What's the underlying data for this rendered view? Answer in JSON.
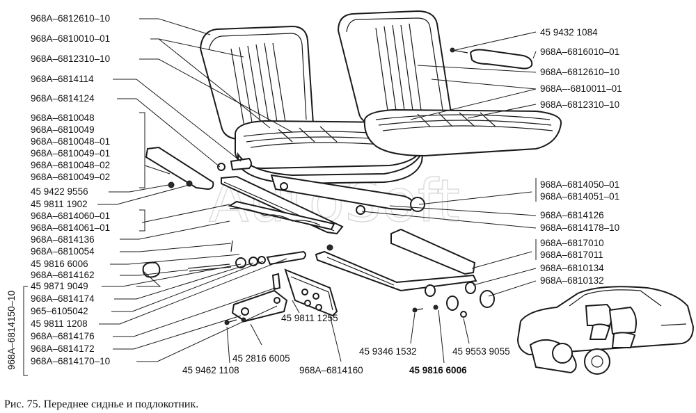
{
  "watermark": "AutoSoft",
  "caption": "Рис. 75. Переднее сидньe и подлокотник.",
  "labels": {
    "l1": "968A–6812610–10",
    "l2": "968A–6810010–01",
    "l3": "968A–6812310–10",
    "l4": "968A–6814114",
    "l5": "968A–6814124",
    "l6": "968A–6810048",
    "l7": "968A–6810049",
    "l8": "968A–6810048–01",
    "l9": "968A–6810049–01",
    "l10": "968A–6810048–02",
    "l11": "968A–6810049–02",
    "l12": "45 9422 9556",
    "l13": "45 9811 1902",
    "l14": "968A–6814060–01",
    "l15": "968A–6814061–01",
    "l16": "968A–6814136",
    "l17": "968A–6810054",
    "l18": "45 9816 6006",
    "l19": "968A–6814162",
    "l20": "45 9871 9049",
    "l21": "968A–6814174",
    "l22": "965–6105042",
    "l23": "45 9811 1208",
    "l24": "968A–6814176",
    "l25": "968A–6814172",
    "l26": "968A–6814170–10",
    "vert": "968A–6814150–10",
    "r1": "45 9432 1084",
    "r2": "968A–6816010–01",
    "r3": "968A–6812610–10",
    "r4": "968A–-6810011–01",
    "r5": "968A–6812310–10",
    "r6": "968A–6814050–01",
    "r7": "968A–6814051–01",
    "r8": "968A–6814126",
    "r9": "968A–6814178–10",
    "r10": "968A–6817010",
    "r11": "968A–6817011",
    "r12": "968A–6810134",
    "r13": "968A–6810132",
    "b1": "45 9811 1255",
    "b2": "45 2816 6005",
    "b3": "45 9462 1108",
    "b4": "968A–6814160",
    "b5": "45 9346 1532",
    "b6": "45 9553 9055",
    "b7": "45 9816 6006"
  }
}
